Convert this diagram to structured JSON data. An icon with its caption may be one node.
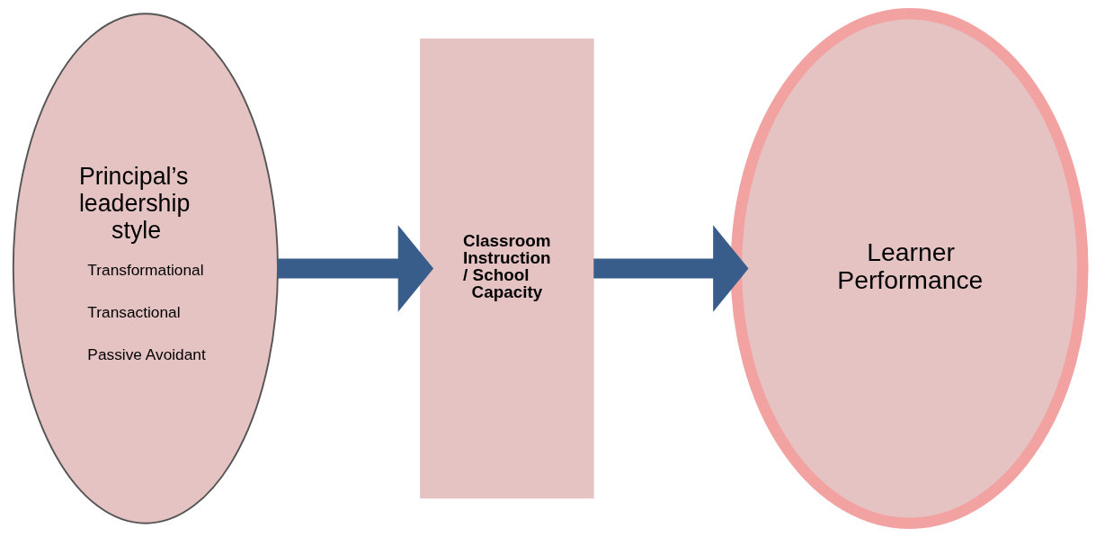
{
  "diagram": {
    "nodes": [
      {
        "text": [
          "Principal’s leadership style",
          "Transformational",
          "Transactional",
          "Passive Avoidant"
        ]
      },
      {
        "text": [
          "Classroom Instruction / School Capacity"
        ]
      },
      {
        "text": [
          "Learner Performance"
        ]
      }
    ],
    "edges": [
      {
        "from": 0,
        "to": 1,
        "arrow": "to"
      },
      {
        "from": 1,
        "to": 2,
        "arrow": "to"
      }
    ]
  }
}
